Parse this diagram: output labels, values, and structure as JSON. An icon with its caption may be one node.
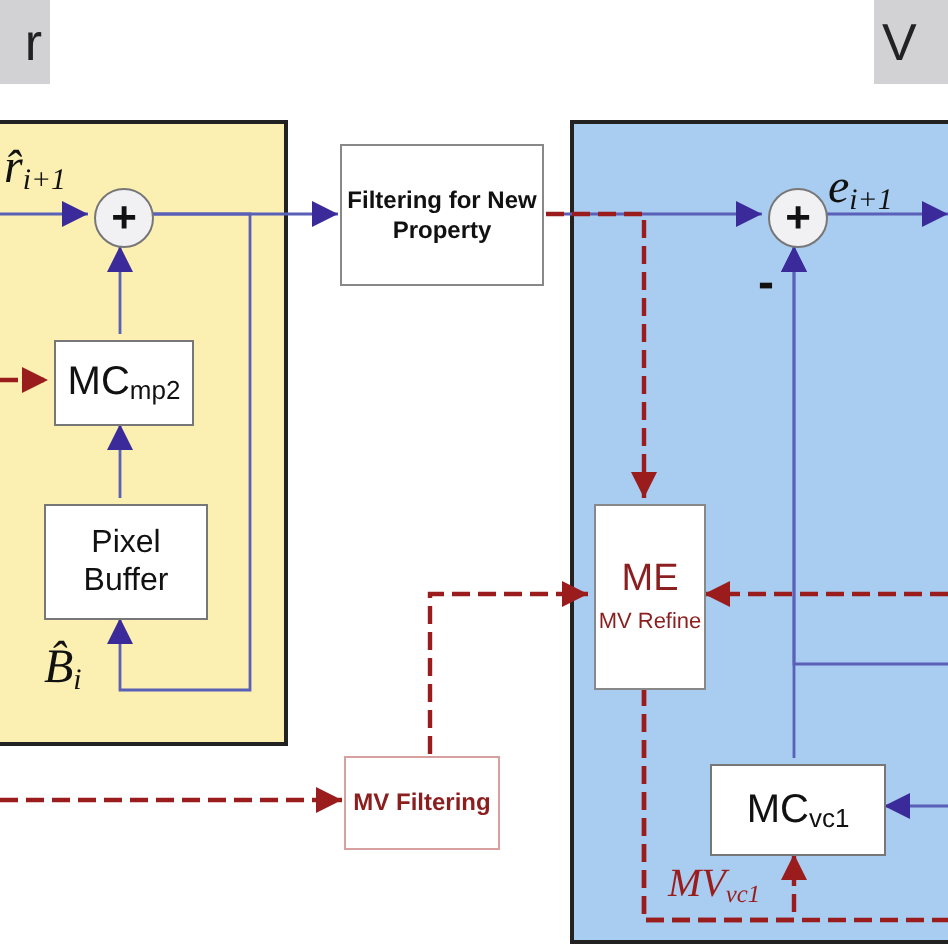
{
  "diagram": {
    "nodes": [
      {
        "text": [
          "r"
        ]
      },
      {
        "text": [
          "V"
        ]
      },
      {
        "text": [],
        "shape": "box"
      },
      {
        "text": [
          "+"
        ],
        "in": 2
      },
      {
        "text": [
          "MC$_{mp2}$"
        ],
        "in": 2
      },
      {
        "text": [
          "Pixel Buffer"
        ],
        "in": 2
      },
      {
        "text": [
          "Filtering for New Property"
        ]
      },
      {
        "text": [],
        "shape": "box"
      },
      {
        "text": [
          "+"
        ],
        "in": 7
      },
      {
        "text": [
          "ME",
          "MV Refine"
        ],
        "in": 7
      },
      {
        "text": [
          "MC$_{vc1}$"
        ],
        "in": 7
      },
      {
        "text": [
          "MV Filtering"
        ]
      }
    ],
    "edges": [
      {
        "from": null,
        "to": 3,
        "arrow": "to",
        "label": "r̂$_{i+1}$"
      },
      {
        "from": 3,
        "to": 6,
        "arrow": "to"
      },
      {
        "from": 3,
        "to": 5,
        "arrow": "to",
        "label": "B̂$_{i}$"
      },
      {
        "from": 4,
        "to": 3,
        "arrow": "to"
      },
      {
        "from": 5,
        "to": 4,
        "arrow": "to"
      },
      {
        "from": null,
        "to": 4,
        "arrow": "to",
        "style": "dashed",
        "color": "#9b1c1c"
      },
      {
        "from": 6,
        "to": 8,
        "arrow": "to"
      },
      {
        "from": 6,
        "to": 9,
        "arrow": "to",
        "style": "dashed",
        "color": "#9b1c1c"
      },
      {
        "from": 10,
        "to": 8,
        "arrow": "to",
        "label": "-"
      },
      {
        "from": 8,
        "to": null,
        "arrow": "to",
        "label": "e$_{i+1}$"
      },
      {
        "from": 11,
        "to": 9,
        "arrow": "to",
        "style": "dashed",
        "color": "#9b1c1c"
      },
      {
        "from": null,
        "to": 11,
        "arrow": "to",
        "style": "dashed",
        "color": "#9b1c1c"
      },
      {
        "from": null,
        "to": 9,
        "arrow": "to",
        "style": "dashed",
        "color": "#9b1c1c"
      },
      {
        "from": 9,
        "to": 10,
        "arrow": "to",
        "style": "dashed",
        "color": "#9b1c1c",
        "label": "MV$_{vc1}$"
      },
      {
        "from": 9,
        "to": null,
        "arrow": "none",
        "style": "dashed",
        "color": "#9b1c1c"
      },
      {
        "from": null,
        "to": 10,
        "arrow": "to"
      },
      {
        "from": null,
        "to": 8,
        "arrow": "to"
      }
    ]
  }
}
